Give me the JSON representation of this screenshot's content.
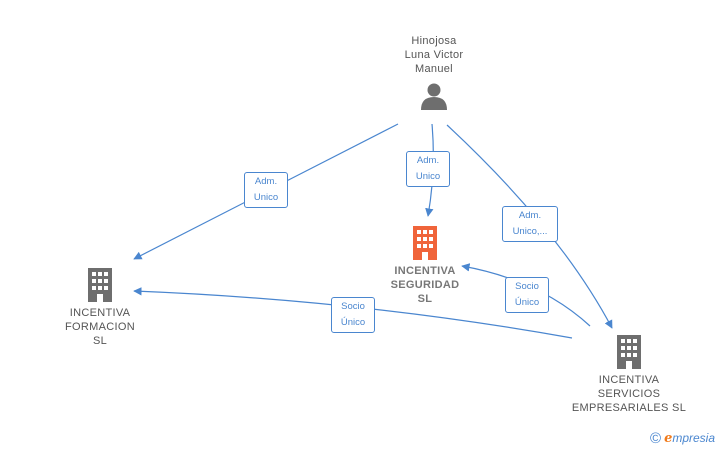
{
  "nodes": {
    "person": {
      "label_lines": [
        "Hinojosa",
        "Luna Victor",
        "Manuel"
      ],
      "icon": "person-icon"
    },
    "formacion": {
      "label_lines": [
        "INCENTIVA",
        "FORMACION",
        "SL"
      ],
      "icon": "building-icon"
    },
    "seguridad": {
      "label_lines": [
        "INCENTIVA",
        "SEGURIDAD",
        "SL"
      ],
      "icon": "building-icon"
    },
    "servicios": {
      "label_lines": [
        "INCENTIVA",
        "SERVICIOS",
        "EMPRESARIALES SL"
      ],
      "icon": "building-icon"
    }
  },
  "edges": {
    "person_formacion": {
      "lines": [
        "Adm.",
        "Unico"
      ]
    },
    "person_seguridad": {
      "lines": [
        "Adm.",
        "Unico"
      ]
    },
    "person_servicios": {
      "lines": [
        "Adm.",
        "Unico,..."
      ]
    },
    "servicios_seguridad": {
      "lines": [
        "Socio",
        "Único"
      ]
    },
    "servicios_formacion": {
      "lines": [
        "Socio",
        "Único"
      ]
    }
  },
  "colors": {
    "edge": "#4a86cf",
    "building": "#6e6e6e",
    "focus_building": "#f0643a",
    "person": "#6e6e6e"
  },
  "brand": {
    "copyright": "©",
    "initial": "e",
    "rest": "mpresia"
  }
}
